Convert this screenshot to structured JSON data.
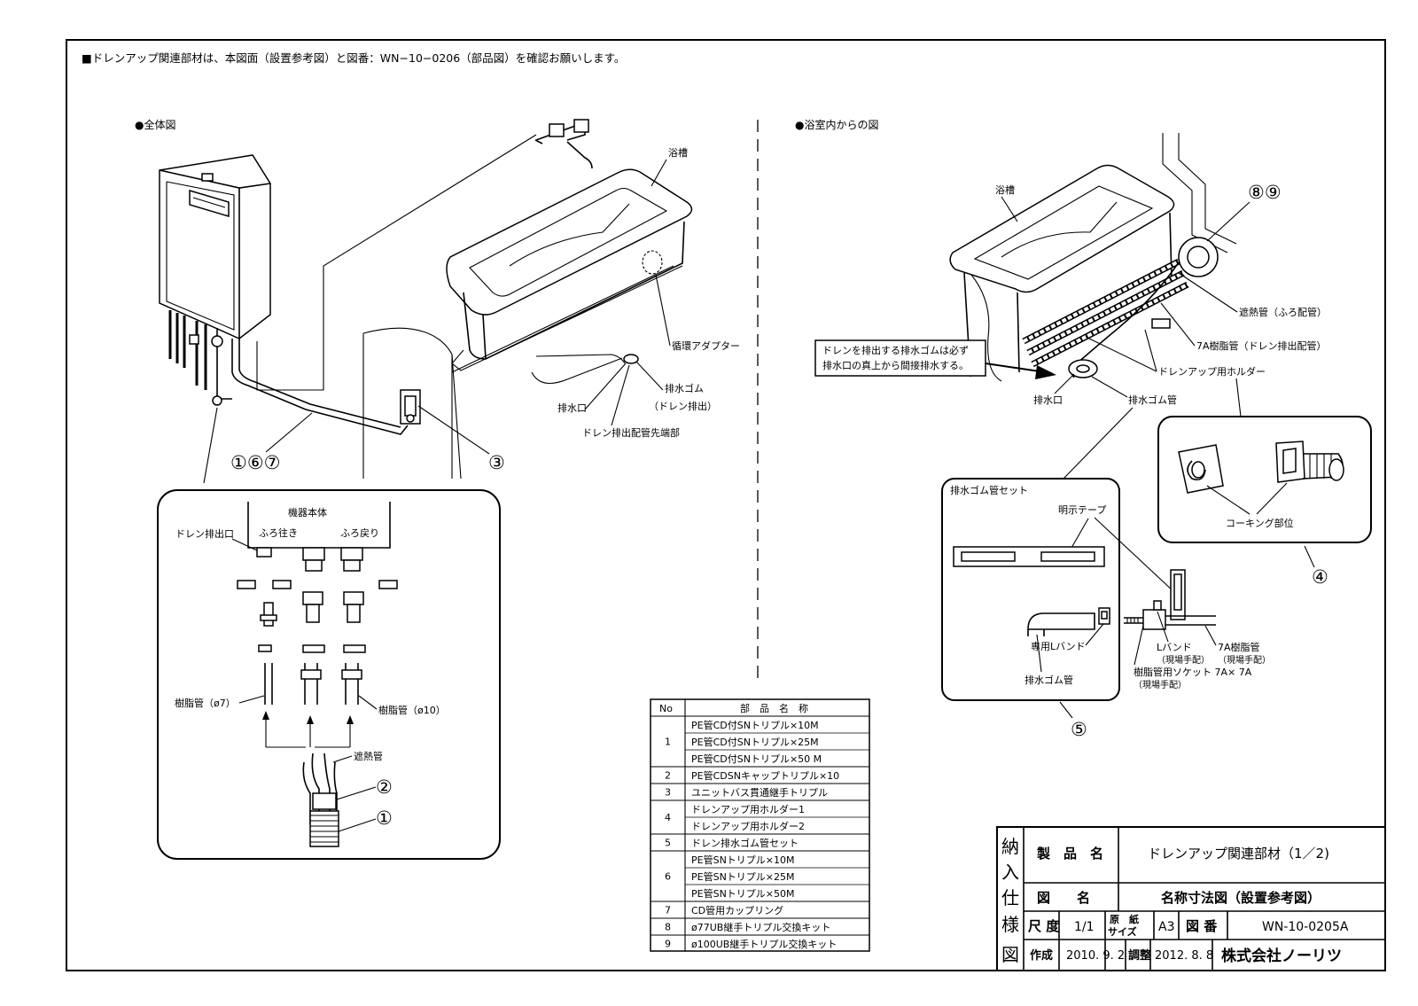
{
  "header_note": "■ドレンアップ関連部材は、本図面（設置参考図）と図番：WN−10−0206（部品図）を確認お願いします。",
  "left_section": {
    "title": "●全体図",
    "labels": {
      "bathtub": "浴槽",
      "adapter": "循環アダプター",
      "drain_rubber": "排水ゴム",
      "drain_rubber_sub": "（ドレン排出）",
      "drain_outlet": "排水口",
      "drain_pipe_end": "ドレン排出配管先端部",
      "callout_167": "①⑥⑦",
      "callout_3": "③"
    }
  },
  "detail": {
    "unit_body": "機器本体",
    "drain_port": "ドレン排出口",
    "bath_out": "ふろ往き",
    "bath_return": "ふろ戻り",
    "resin_pipe_7": "樹脂管（ø7）",
    "resin_pipe_10": "樹脂管（ø10）",
    "insulation": "遮熱管",
    "callout_2": "②",
    "callout_1": "①"
  },
  "right_section": {
    "title": "●浴室内からの図",
    "labels": {
      "bathtub": "浴槽",
      "callout_89": "⑧⑨",
      "insulation_pipe": "遮熱管（ふろ配管）",
      "resin_pipe_7a": "7A樹脂管（ドレン排出配管）",
      "holder": "ドレンアップ用ホルダー",
      "note_line1": "ドレンを排出する排水ゴムは必ず",
      "note_line2": "排水口の真上から間接排水する。",
      "drain_outlet": "排水口",
      "drain_hose": "排水ゴム管",
      "caulking": "コーキング部位",
      "callout_4": "④"
    }
  },
  "hose_set": {
    "title": "排水ゴム管セット",
    "tape": "明示テープ",
    "band": "専用Lバンド",
    "hose": "排水ゴム管",
    "l_band": "Lバンド",
    "l_band_sub": "（現場手配）",
    "pipe_7a": "7A樹脂管",
    "pipe_7a_sub": "（現場手配）",
    "socket": "樹脂管用ソケット 7A× 7A",
    "socket_sub": "（現場手配）",
    "callout_5": "⑤"
  },
  "parts_table": {
    "header_no": "No",
    "header_name": "部　品　名　称",
    "rows": [
      {
        "no": "1",
        "names": [
          "PE管CD付SNトリプル×10M",
          "PE管CD付SNトリプル×25M",
          "PE管CD付SNトリプル×50 M"
        ]
      },
      {
        "no": "2",
        "names": [
          "PE管CDSNキャップトリプル×10"
        ]
      },
      {
        "no": "3",
        "names": [
          "ユニットバス貫通継手トリプル"
        ]
      },
      {
        "no": "4",
        "names": [
          "ドレンアップ用ホルダー1",
          "ドレンアップ用ホルダー2"
        ]
      },
      {
        "no": "5",
        "names": [
          "ドレン排水ゴム管セット"
        ]
      },
      {
        "no": "6",
        "names": [
          "PE管SNトリプル×10M",
          "PE管SNトリプル×25M",
          "PE管SNトリプル×50M"
        ]
      },
      {
        "no": "7",
        "names": [
          "CD管用カップリング"
        ]
      },
      {
        "no": "8",
        "names": [
          "ø77UB継手トリプル交換キット"
        ]
      },
      {
        "no": "9",
        "names": [
          "ø100UB継手トリプル交換キット"
        ]
      }
    ]
  },
  "title_block": {
    "side_label": [
      "納",
      "入",
      "仕",
      "様",
      "図"
    ],
    "product_label": "製　品　名",
    "product_value": "ドレンアップ関連部材（1／2)",
    "drawing_label": "図　　名",
    "drawing_value": "名称寸法図（設置参考図）",
    "scale_label": "尺 度",
    "scale_value": "1/1",
    "paper_label_1": "原　紙",
    "paper_label_2": "サイズ",
    "paper_value": "A3",
    "number_label": "図 番",
    "number_value": "WN-10-0205A",
    "created_label": "作成",
    "created_value": "2010. 9. 2",
    "adjusted_label": "調整",
    "adjusted_value": "2012. 8. 8",
    "company": "株式会社ノーリツ"
  }
}
